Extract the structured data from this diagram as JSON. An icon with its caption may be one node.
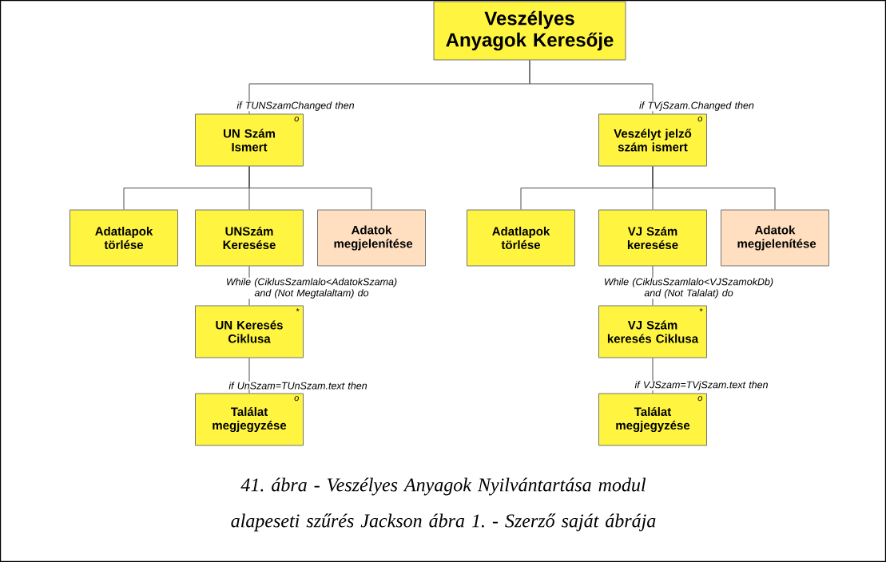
{
  "diagram": {
    "nodes": [
      {
        "text": [
          "Veszélyes Anyagok Keresője"
        ]
      },
      {
        "text": [
          "o",
          "UN Szám Ismert"
        ]
      },
      {
        "text": [
          "o",
          "Veszélyt jelző szám ismert"
        ]
      },
      {
        "text": [
          "Adatlapok törlése"
        ]
      },
      {
        "text": [
          "UNSzám Keresése"
        ]
      },
      {
        "text": [
          "Adatok megjelenítése"
        ]
      },
      {
        "text": [
          "Adatlapok törlése"
        ]
      },
      {
        "text": [
          "VJ Szám keresése"
        ]
      },
      {
        "text": [
          "Adatok megjelenítése"
        ]
      },
      {
        "text": [
          "*",
          "UN Keresés Ciklusa"
        ]
      },
      {
        "text": [
          "*",
          "VJ Szám keresés Ciklusa"
        ]
      },
      {
        "text": [
          "o",
          "Találat megjegyzése"
        ]
      },
      {
        "text": [
          "o",
          "Találat megjegyzése"
        ]
      }
    ],
    "edges": [
      {
        "from": 0,
        "to": 1,
        "arrow": "none",
        "label": "if TUNSzamChanged then"
      },
      {
        "from": 0,
        "to": 2,
        "arrow": "none",
        "label": "if TVjSzam.Changed then"
      },
      {
        "from": 1,
        "to": 3,
        "arrow": "none"
      },
      {
        "from": 1,
        "to": 4,
        "arrow": "none"
      },
      {
        "from": 1,
        "to": 5,
        "arrow": "none"
      },
      {
        "from": 2,
        "to": 6,
        "arrow": "none"
      },
      {
        "from": 2,
        "to": 7,
        "arrow": "none"
      },
      {
        "from": 2,
        "to": 8,
        "arrow": "none"
      },
      {
        "from": 4,
        "to": 9,
        "arrow": "none",
        "label": "While (CiklusSzamlalo<AdatokSzama) and (Not Megtalaltam) do"
      },
      {
        "from": 7,
        "to": 10,
        "arrow": "none",
        "label": "While (CiklusSzamlalo<VJSzamokDb) and (Not Talalat) do"
      },
      {
        "from": 9,
        "to": 11,
        "arrow": "none",
        "label": "if UnSzam=TUnSzam.text then"
      },
      {
        "from": 10,
        "to": 12,
        "arrow": "none",
        "label": "if VJSzam=TVjSzam.text then"
      }
    ],
    "caption": "41. ábra - Veszélyes Anyagok Nyilvántartása modul alapeseti szűrés Jackson ábra 1. - Szerző saját ábrája"
  }
}
